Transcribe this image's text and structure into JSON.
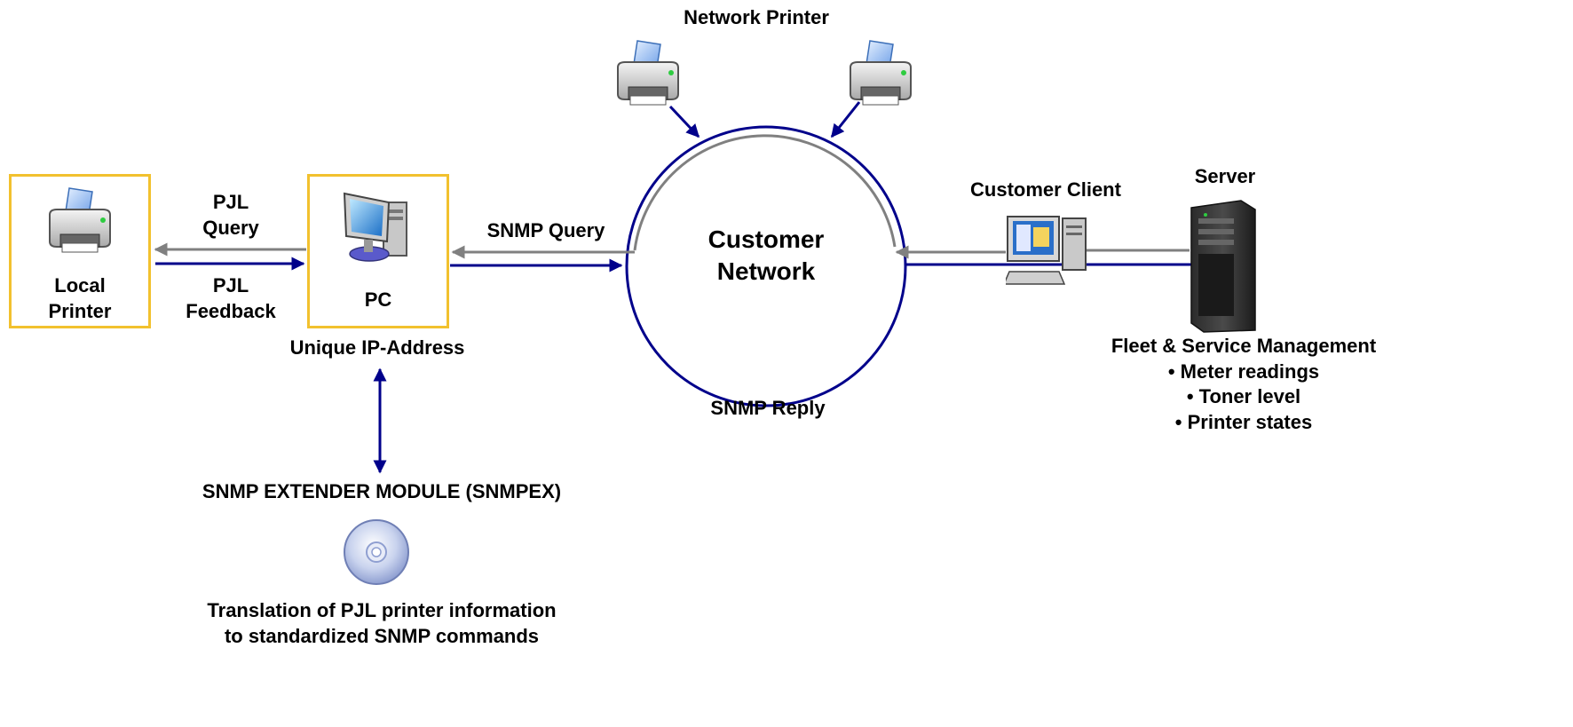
{
  "colors": {
    "arrow_blue": "#00008b",
    "arrow_gray": "#808080",
    "box_border": "#f2c12e",
    "network_ring": "#00008b"
  },
  "labels": {
    "network_printer": "Network Printer",
    "server": "Server",
    "customer_client": "Customer Client",
    "customer_network_line1": "Customer",
    "customer_network_line2": "Network",
    "pjl_query_line1": "PJL",
    "pjl_query_line2": "Query",
    "pjl_feedback_line1": "PJL",
    "pjl_feedback_line2": "Feedback",
    "local_printer_line1": "Local",
    "local_printer_line2": "Printer",
    "pc": "PC",
    "snmp_query": "SNMP Query",
    "snmp_reply": "SNMP Reply",
    "unique_ip": "Unique IP-Address",
    "fleet_title": "Fleet & Service Management",
    "fleet_items": [
      "• Meter readings",
      "• Toner level",
      "• Printer states"
    ],
    "snmpex": "SNMP EXTENDER MODULE (SNMPEX)",
    "translation_line1": "Translation of PJL printer information",
    "translation_line2": "to standardized SNMP commands"
  },
  "icons": {
    "local_printer": "printer-icon",
    "network_printer_left": "printer-icon",
    "network_printer_right": "printer-icon",
    "pc": "desktop-computer-icon",
    "client": "client-computer-icon",
    "server": "server-tower-icon",
    "cd": "cd-disc-icon"
  }
}
